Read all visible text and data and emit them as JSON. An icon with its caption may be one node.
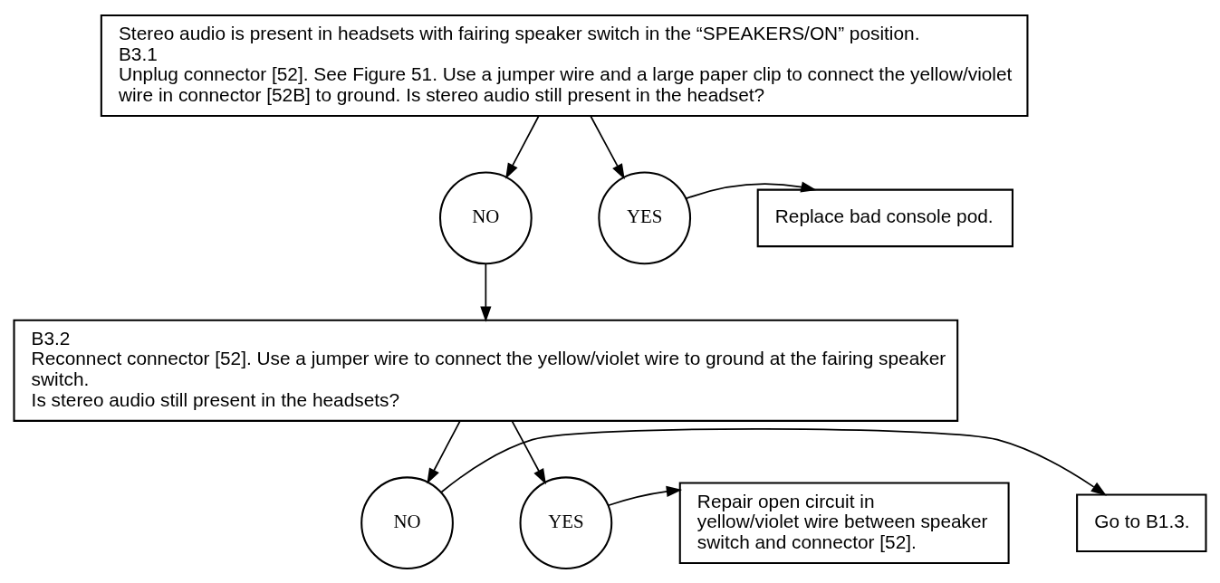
{
  "diagram": {
    "nodes": [
      {
        "text": [
          "Stereo audio is present in headsets with fairing speaker switch in the “SPEAKERS/ON” position.",
          "B3.1",
          "Unplug connector [52]. See Figure 51. Use a jumper wire and a large paper clip to connect the yellow/violet wire in connector [52B] to ground. Is stereo audio still present in the headset?"
        ]
      },
      {
        "text": [
          "NO"
        ]
      },
      {
        "text": [
          "YES"
        ]
      },
      {
        "text": [
          "Replace bad console pod."
        ]
      },
      {
        "text": [
          "B3.2",
          "Reconnect connector [52]. Use a jumper wire to connect the yellow/violet wire to ground at the fairing speaker switch.",
          "Is stereo audio still present in the headsets?"
        ]
      },
      {
        "text": [
          "Go to B1.3."
        ]
      },
      {
        "text": [
          "NO"
        ]
      },
      {
        "text": [
          "YES"
        ]
      },
      {
        "text": [
          "Repair open circuit in yellow/violet wire between speaker switch and connector [52]."
        ]
      }
    ],
    "edges": [
      {
        "from": 0,
        "to": 1,
        "arrow": "to"
      },
      {
        "from": 0,
        "to": 2,
        "arrow": "to"
      },
      {
        "from": 2,
        "to": 3,
        "arrow": "to"
      },
      {
        "from": 1,
        "to": 4,
        "arrow": "to"
      },
      {
        "from": 4,
        "to": 6,
        "arrow": "to"
      },
      {
        "from": 4,
        "to": 7,
        "arrow": "to"
      },
      {
        "from": 6,
        "to": 5,
        "arrow": "to"
      },
      {
        "from": 7,
        "to": 8,
        "arrow": "to"
      }
    ]
  }
}
